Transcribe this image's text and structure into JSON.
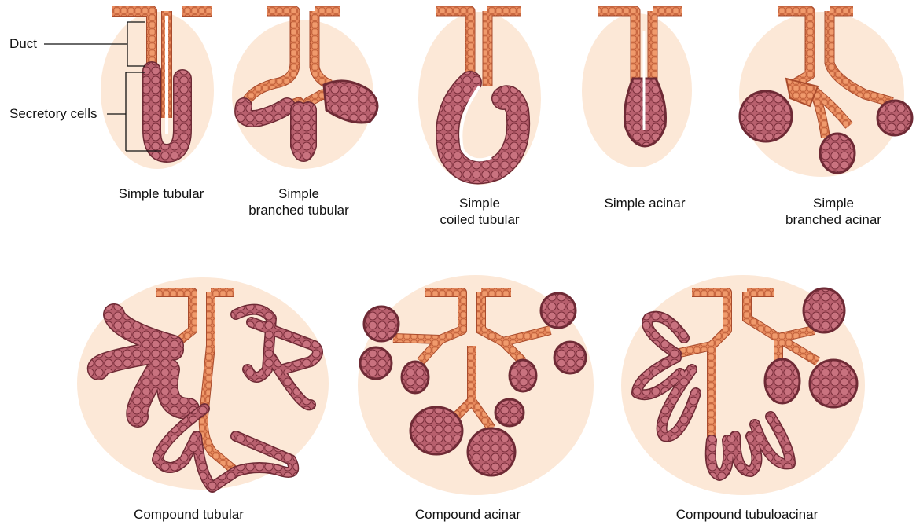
{
  "labels": {
    "duct": "Duct",
    "secretory_cells": "Secretory cells"
  },
  "glands": [
    {
      "id": "simple-tubular",
      "line1": "Simple tubular",
      "line2": ""
    },
    {
      "id": "simple-branched-tubular",
      "line1": "Simple",
      "line2": "branched tubular"
    },
    {
      "id": "simple-coiled-tubular",
      "line1": "Simple",
      "line2": "coiled tubular"
    },
    {
      "id": "simple-acinar",
      "line1": "Simple acinar",
      "line2": ""
    },
    {
      "id": "simple-branched-acinar",
      "line1": "Simple",
      "line2": "branched acinar"
    },
    {
      "id": "compound-tubular",
      "line1": "Compound tubular",
      "line2": ""
    },
    {
      "id": "compound-acinar",
      "line1": "Compound acinar",
      "line2": ""
    },
    {
      "id": "compound-tubuloacinar",
      "line1": "Compound tubuloacinar",
      "line2": ""
    }
  ],
  "colors": {
    "background_tissue": "#fbe4d0",
    "duct": "#e98a5e",
    "duct_outline": "#a94b2c",
    "secretory": "#b8606e",
    "secretory_outline": "#6e2a35",
    "lumen": "#ffffff",
    "leader_line": "#111111"
  }
}
